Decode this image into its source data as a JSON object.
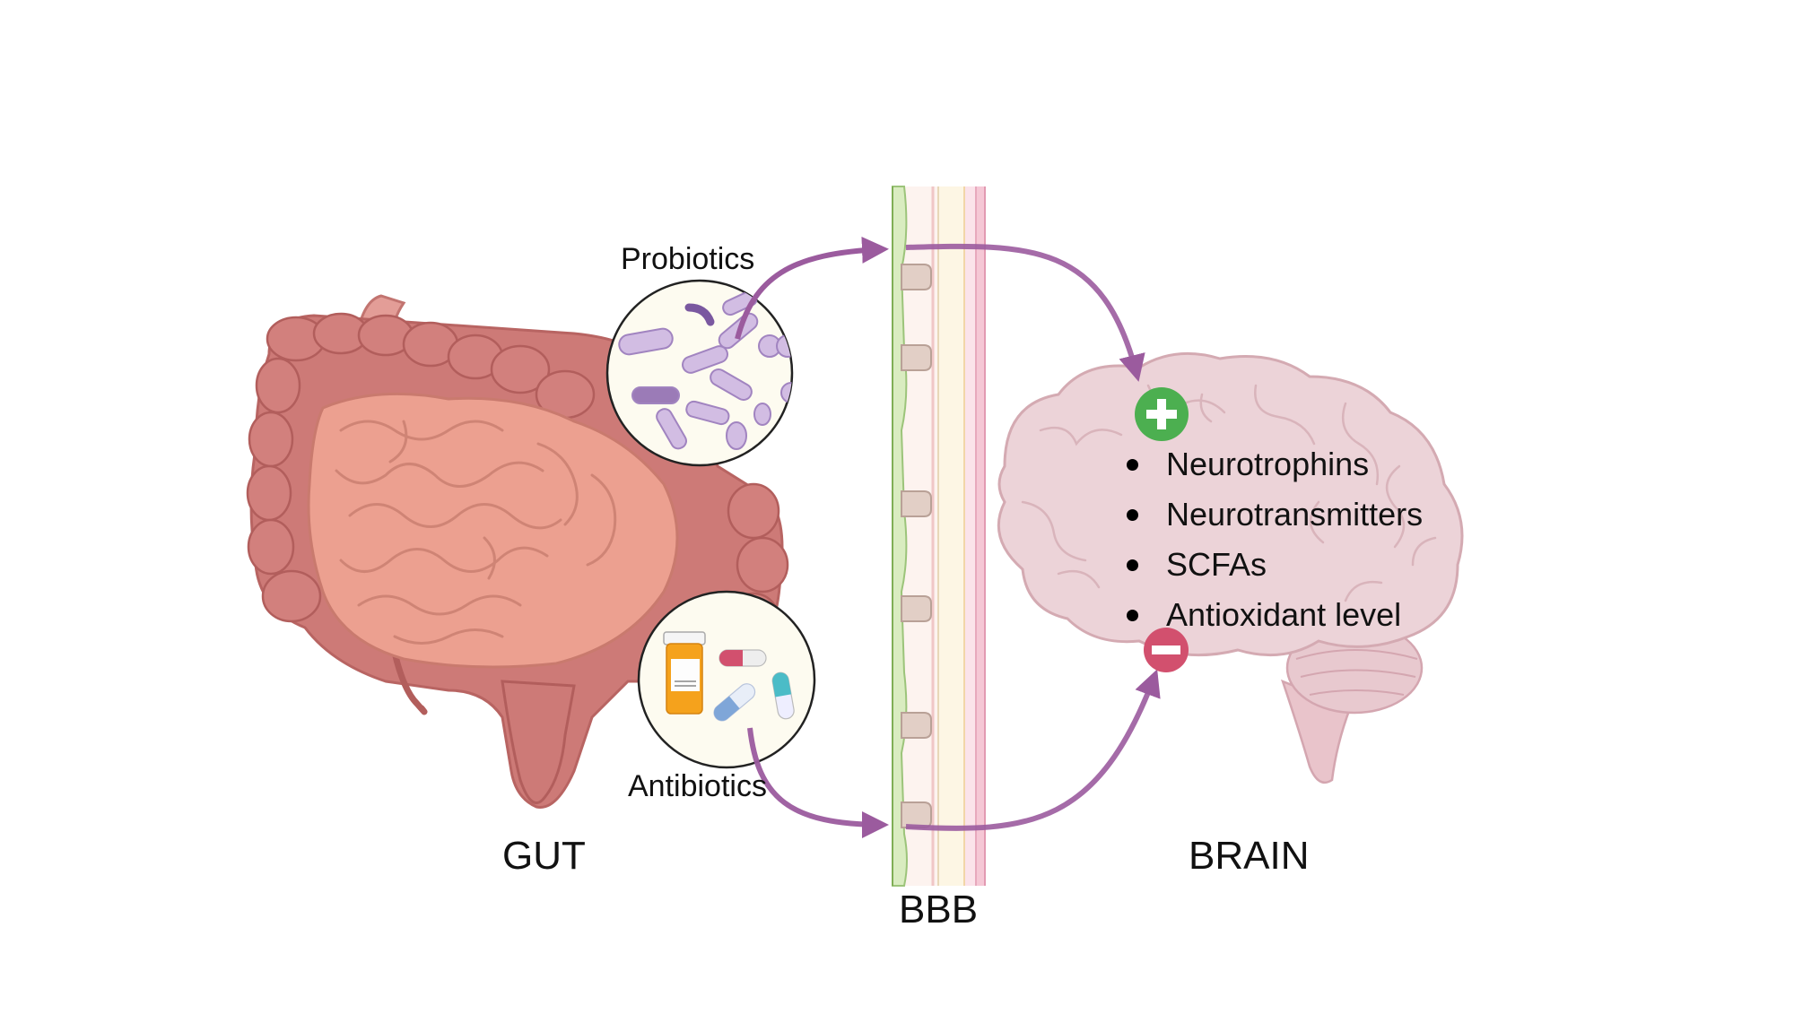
{
  "labels": {
    "gut": "GUT",
    "brain": "BRAIN",
    "bbb": "BBB",
    "probiotics": "Probiotics",
    "antibiotics": "Antibiotics"
  },
  "brain_effects": {
    "increase_symbol": "+",
    "decrease_symbol": "−",
    "items": [
      "Neurotrophins",
      "Neurotransmitters",
      "SCFAs",
      "Antioxidant level"
    ]
  },
  "colors": {
    "arrow": "#9b5b9e",
    "plus": "#4caf50",
    "minus": "#d2506e",
    "gut_outer": "#c9716f",
    "gut_inner": "#e99a8c",
    "brain": "#ecd3d8",
    "bacteria": "#c5a8d8"
  }
}
